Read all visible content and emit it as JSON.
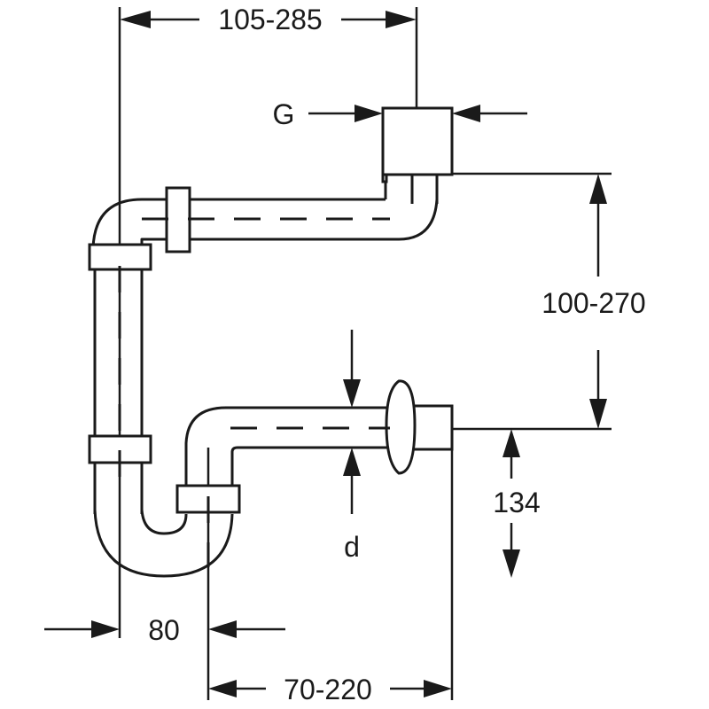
{
  "dimensions": {
    "top_width": "105-285",
    "thread": "G",
    "height_range": "100-270",
    "outlet_height": "134",
    "diameter": "d",
    "offset": "80",
    "outlet_length": "70-220"
  },
  "colors": {
    "line": "#1a1a1a",
    "background": "#ffffff"
  }
}
